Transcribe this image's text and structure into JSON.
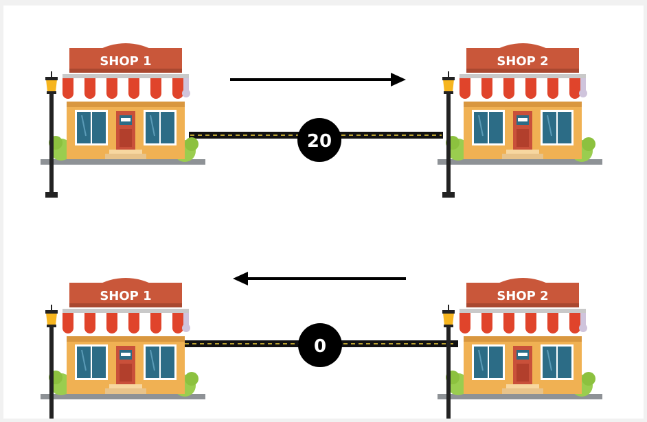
{
  "scene_top": {
    "left_shop": {
      "sign": "SHOP 1"
    },
    "right_shop": {
      "sign": "SHOP 2"
    },
    "arrow_direction": "right",
    "distance_badge": "20"
  },
  "scene_bottom": {
    "left_shop": {
      "sign": "SHOP 1"
    },
    "right_shop": {
      "sign": "SHOP 2"
    },
    "arrow_direction": "left",
    "distance_badge": "0"
  },
  "colors": {
    "roof": "#c9573a",
    "awning_red": "#e0442b",
    "awning_white": "#ffffff",
    "awning_lilac": "#cfc4dc",
    "wall": "#f0b153",
    "window": "#2c6c86",
    "door": "#c9503a",
    "bush": "#9acd4f",
    "lamp_post": "#222222",
    "lamp_light": "#f6b51f",
    "road": "#111111",
    "road_line": "#f4d23a",
    "ground": "#8e9296",
    "arrow": "#000000",
    "badge": "#000000"
  }
}
